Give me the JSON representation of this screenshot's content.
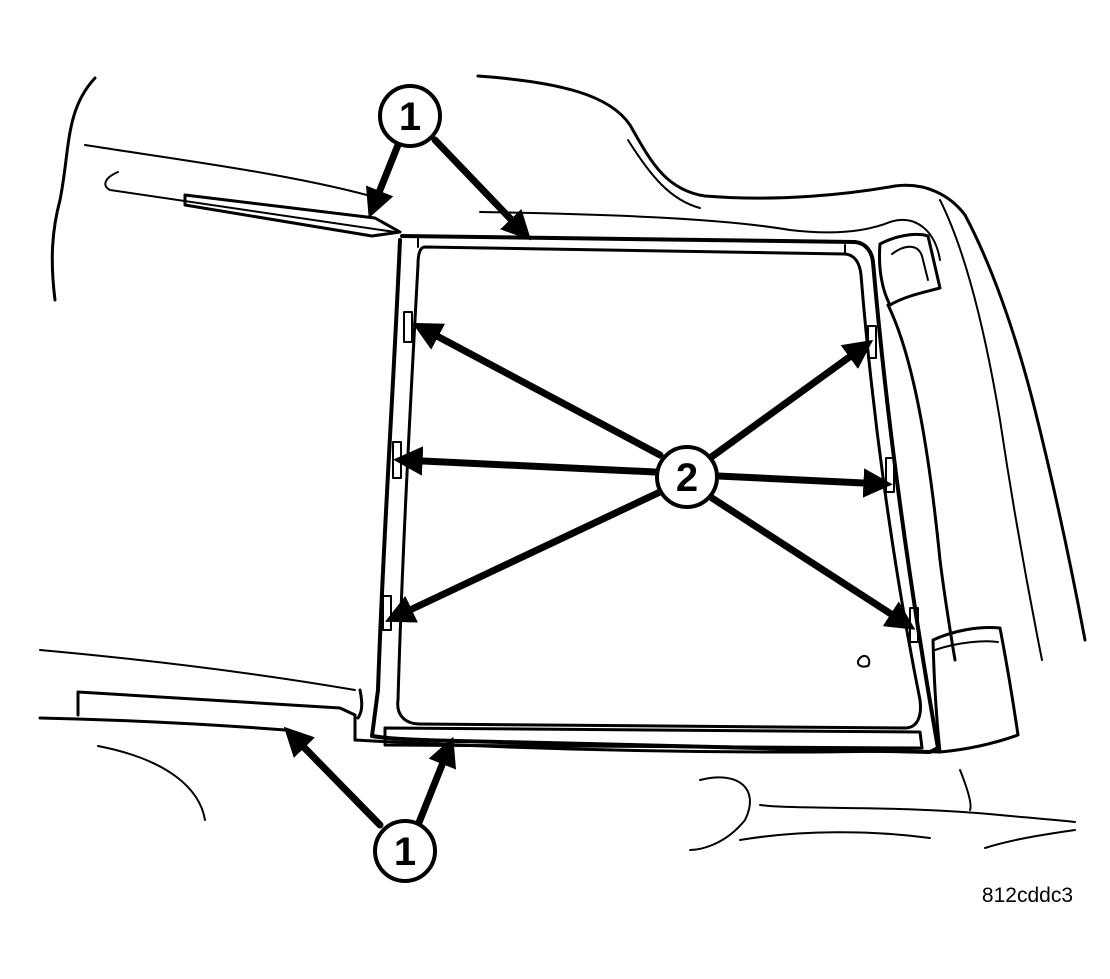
{
  "callouts": {
    "seal": "1",
    "clip": "2"
  },
  "drawing_code": "812cddc3"
}
